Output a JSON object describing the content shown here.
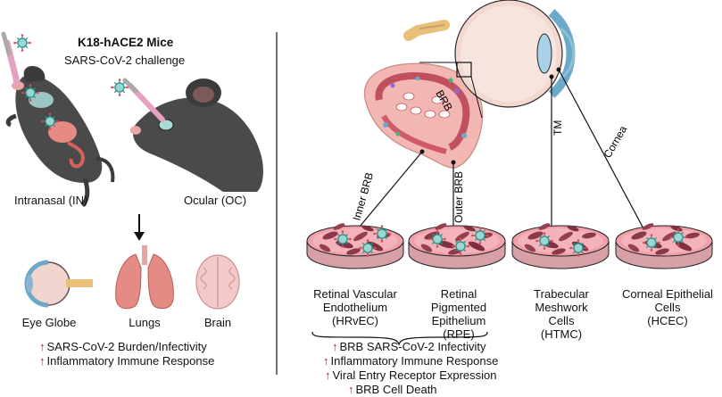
{
  "left_panel": {
    "title": "K18-hACE2 Mice",
    "subtitle": "SARS-CoV-2 challenge",
    "route_in": "Intranasal (IN)",
    "route_oc": "Ocular (OC)",
    "organs": [
      "Eye Globe",
      "Lungs",
      "Brain"
    ],
    "outcomes": [
      "SARS-CoV-2 Burden/Infectivity",
      "Inflammatory Immune Response"
    ]
  },
  "right_panel": {
    "eye_labels": {
      "brb": "BRB",
      "inner_brb": "Inner BRB",
      "outer_brb": "Outer BRB",
      "tm": "TM",
      "cornea": "Cornea"
    },
    "cells": [
      {
        "name": "Retinal Vascular Endothelium",
        "abbr": "(HRvEC)"
      },
      {
        "name": "Retinal Pigmented Epithelium",
        "abbr": "(RPE)"
      },
      {
        "name": "Trabecular Meshwork Cells",
        "abbr": "(HTMC)"
      },
      {
        "name": "Corneal Epithelial Cells",
        "abbr": "(HCEC)"
      }
    ],
    "outcomes": [
      "BRB SARS-CoV-2 Infectivity",
      "Inflammatory Immune Response",
      "Viral Entry Receptor Expression",
      "BRB Cell Death"
    ]
  },
  "colors": {
    "arrow_up": "#d01010",
    "dish_medium": "#f0a0aa",
    "mouse_fur": "#4a4a4a",
    "virus": "#9ad7d3"
  },
  "icons": {
    "increase": "red-up-arrow-icon",
    "virus": "virus-icon",
    "mouse": "mouse-icon",
    "eye": "eye-icon",
    "dish": "petri-dish-icon"
  }
}
